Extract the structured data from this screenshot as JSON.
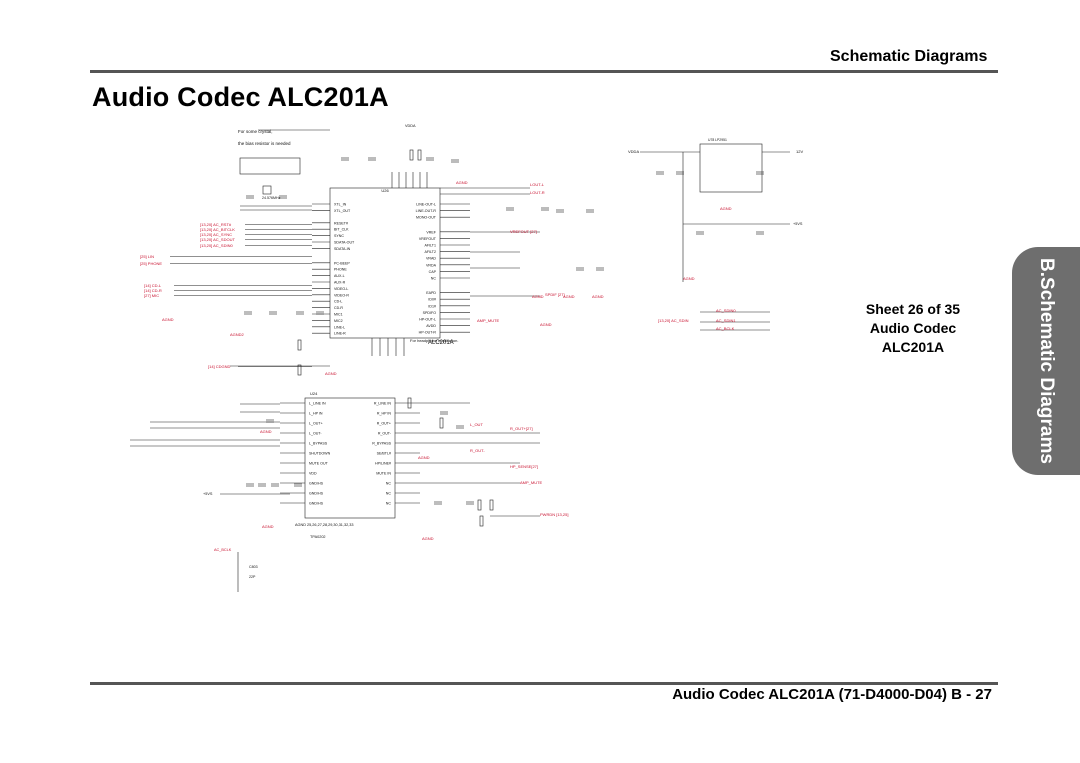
{
  "header": {
    "category": "Schematic  Diagrams",
    "title": "Audio Codec ALC201A"
  },
  "side_tab": {
    "label": "B.Schematic Diagrams"
  },
  "sheet": {
    "line1": "Sheet 26 of 35",
    "line2": "Audio Codec",
    "line3": "ALC201A"
  },
  "footer": {
    "text": "Audio Codec ALC201A  (71-D4000-D04) B  -  27"
  },
  "schematic": {
    "note_line1": "For some crystal,",
    "note_line2": "the bias resistor is needed",
    "codec_part": "ALC201A",
    "codec_ref": "U26",
    "amp_ref": "U24",
    "amp_part": "TPA0202",
    "regulator_ref": "U78",
    "regulator_part": "LP2951",
    "crystal_freq": "24.576MHz",
    "headphone_note": "For headphone application.",
    "agnd_note": "AGND 25,26,27,28,29,30,31,32,33",
    "vdda": "VDDA",
    "v12": "12V",
    "v5": "+5VS",
    "agnd": "AGND",
    "agnd2": "AGND2",
    "codec_pins_left": [
      "XTL_IN",
      "XTL_OUT",
      "RESET#",
      "BIT_CLK",
      "SYNC",
      "SDATA-OUT",
      "SDATA-IN",
      "PC-BEEP",
      "PHONE",
      "AUX-L",
      "AUX-R",
      "VIDEO-L",
      "VIDEO-R",
      "CD-L",
      "CD-R",
      "MIC1",
      "MIC2",
      "LINE-L",
      "LINE-R"
    ],
    "codec_pins_right": [
      "LINE-OUT-L",
      "LINE-OUT-R",
      "MONO-OUT",
      "VREF",
      "VREFOUT",
      "AFILT1",
      "AFILT2",
      "VRAD",
      "VRDA",
      "CAP",
      "NC",
      "EAPD",
      "ID0#",
      "ID1#",
      "SPDIFO",
      "HP-OUT-L",
      "AVDD",
      "HP-OUT-R"
    ],
    "amp_pins_left": [
      "L_LINE IN",
      "L_HP IN",
      "L_OUT+",
      "L_OUT-",
      "L_BYPASS",
      "SHUTDOWN",
      "MUTE OUT",
      "VDD",
      "GND/HS",
      "GND/HS",
      "GND/HS"
    ],
    "amp_pins_right": [
      "R_LINE IN",
      "R_HP IN",
      "R_OUT+",
      "R_OUT-",
      "R_BYPASS",
      "SE/BTL#",
      "HP/LINE#",
      "MUTE IN",
      "NC",
      "NC",
      "NC"
    ],
    "nets_left": [
      "[13,20] AC_RST#",
      "[13,20] AC_BITCLK",
      "[13,20] AC_SYNC",
      "[13,20] AC_SDOUT",
      "[13,20] AC_SDIN0",
      "[25] LIN",
      "[25] PHONE",
      "[14] CD-L",
      "[14] CD-R",
      "[27] MIC",
      "[14] CDGND"
    ],
    "nets_right": [
      "LOUT-L",
      "LOUT-R",
      "VREFOUT [27]",
      "SPDIF [27]",
      "AMP_MUTE",
      "L_OUT",
      "R_OUT+[27]",
      "R_OUT-",
      "HP_SENSE[27]",
      "AMP_MUTE",
      "PWRDN [13,25]",
      "AC_SDIN0",
      "AC_SDIN1",
      "AC_BCLK",
      "[13,20] AC_SDIN"
    ],
    "bottom_net": "AC_BCLK",
    "bottom_cap": "C803",
    "bottom_cap_val": "22P"
  }
}
